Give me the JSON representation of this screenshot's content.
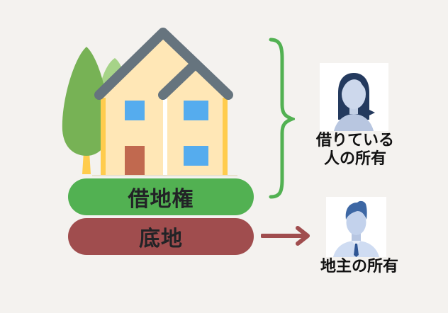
{
  "diagram": {
    "house": {
      "description": "house with trees",
      "colors": {
        "roof": "#66747e",
        "wall": "#ffe7b6",
        "wall_edge": "#ffcc4d",
        "window": "#55acee",
        "door": "#c1694f",
        "tree_dark": "#77b255",
        "tree_light": "#a6d388",
        "trunk": "#ffcc4d"
      }
    },
    "layers": [
      {
        "label": "借地権",
        "color": "#52b152"
      },
      {
        "label": "底地",
        "color": "#a04d4e"
      }
    ],
    "brace": {
      "color": "#52b152"
    },
    "arrow": {
      "color": "#a04d4e"
    },
    "owners": [
      {
        "label_line1": "借りている",
        "label_line2": "人の所有",
        "avatar": "female-user-icon"
      },
      {
        "label_line1": "地主の所有",
        "avatar": "male-user-icon"
      }
    ]
  }
}
